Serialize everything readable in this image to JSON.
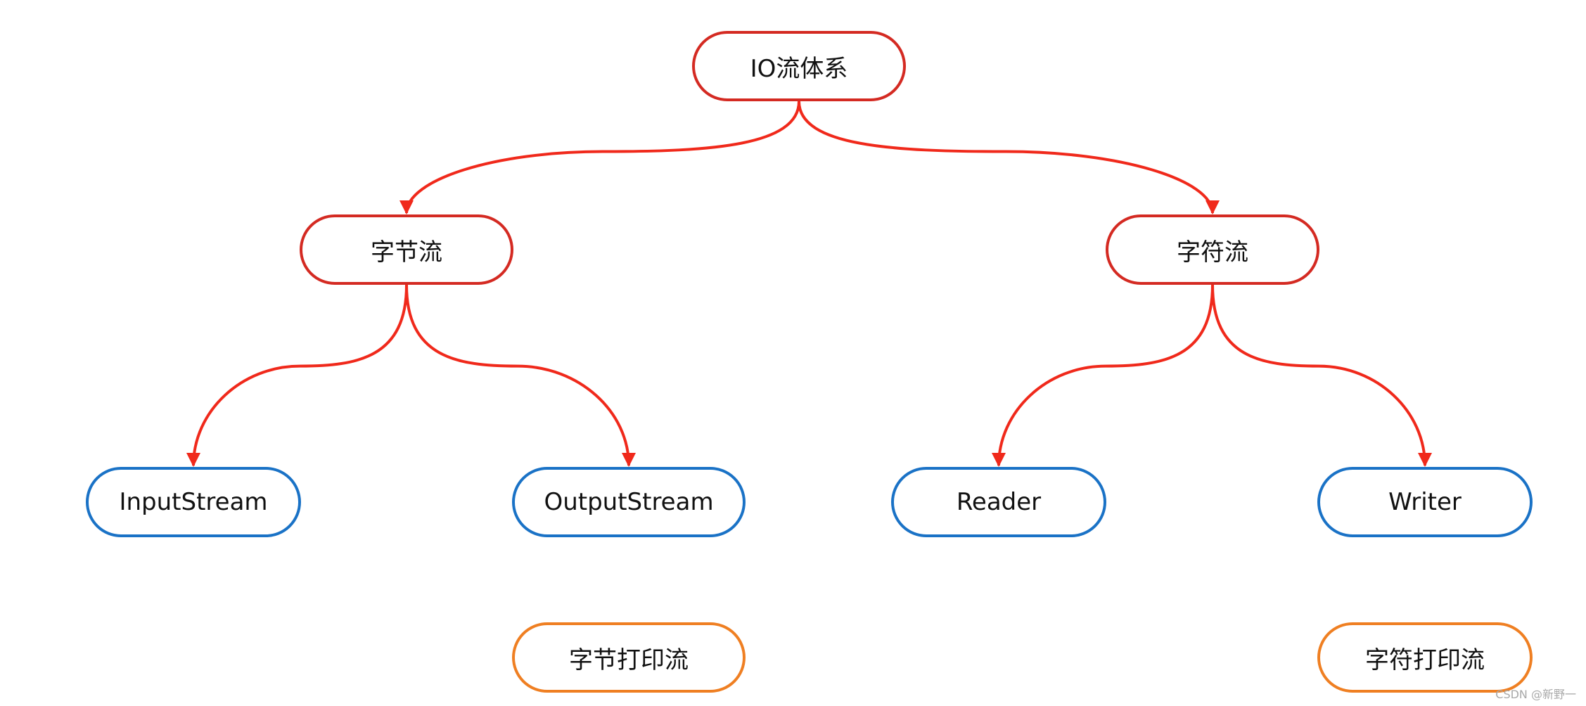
{
  "colors": {
    "edge": "#f0291b",
    "level_red": "#d42a22",
    "level_blue": "#1a72c6",
    "level_orange": "#ef7f22"
  },
  "nodes": {
    "root": {
      "label": "IO流体系"
    },
    "byte_stream": {
      "label": "字节流"
    },
    "char_stream": {
      "label": "字符流"
    },
    "input_stream": {
      "label": "InputStream"
    },
    "output_stream": {
      "label": "OutputStream"
    },
    "reader": {
      "label": "Reader"
    },
    "writer": {
      "label": "Writer"
    },
    "byte_print_stream": {
      "label": "字节打印流"
    },
    "char_print_stream": {
      "label": "字符打印流"
    }
  },
  "edges": [
    {
      "from": "root",
      "to": "byte_stream"
    },
    {
      "from": "root",
      "to": "char_stream"
    },
    {
      "from": "byte_stream",
      "to": "input_stream"
    },
    {
      "from": "byte_stream",
      "to": "output_stream"
    },
    {
      "from": "char_stream",
      "to": "reader"
    },
    {
      "from": "char_stream",
      "to": "writer"
    }
  ],
  "watermark": "CSDN @新野一"
}
